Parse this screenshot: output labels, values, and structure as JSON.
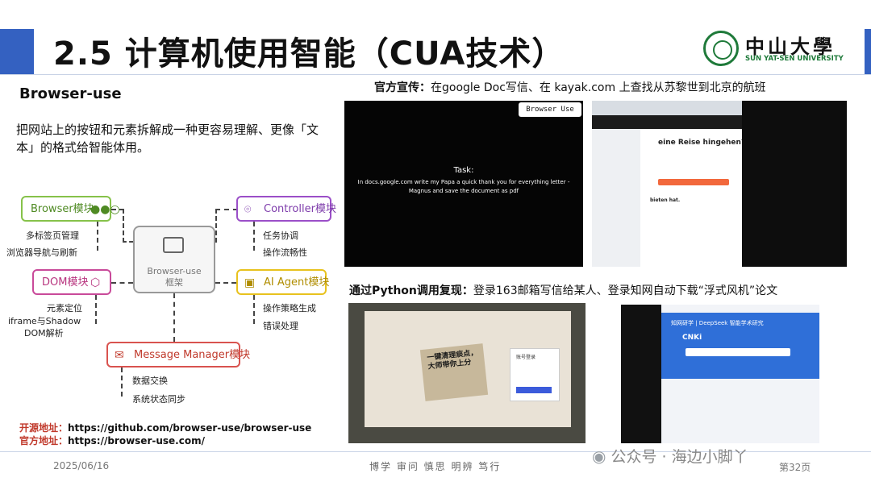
{
  "slide": {
    "title": "2.5 计算机使用智能（CUA技术）",
    "logo": {
      "cn": "中山大學",
      "en": "SUN YAT-SEN UNIVERSITY"
    },
    "subheading": "Browser-use",
    "description": "把网站上的按钮和元素拆解成一种更容易理解、更像「文本」的格式给智能体用。"
  },
  "diagram": {
    "core": {
      "line1": "Browser-use",
      "line2": "框架"
    },
    "modules": {
      "browser": {
        "label": "Browser模块",
        "items": [
          "多标签页管理",
          "浏览器导航与刷新"
        ]
      },
      "dom": {
        "label": "DOM模块",
        "items": [
          "元素定位",
          "iframe与Shadow",
          "DOM解析"
        ]
      },
      "controller": {
        "label": "Controller模块",
        "items": [
          "任务协调",
          "操作流畅性"
        ]
      },
      "ai_agent": {
        "label": "AI Agent模块",
        "items": [
          "操作策略生成",
          "错误处理"
        ]
      },
      "message": {
        "label": "Message Manager模块",
        "items": [
          "数据交换",
          "系统状态同步"
        ]
      }
    }
  },
  "links": {
    "source_label": "开源地址：",
    "source_url": "https://github.com/browser-use/browser-use",
    "site_label": "官方地址：",
    "site_url": "https://browser-use.com/"
  },
  "right": {
    "promo_label": "官方宣传：",
    "promo_text": "在google Doc写信、在 kayak.com 上查找从苏黎世到北京的航班",
    "python_label": "通过Python调用复现：",
    "python_text": "登录163邮箱写信给某人、登录知网自动下载“浮式风机”论文"
  },
  "screens": {
    "badge": "Browser Use",
    "task_heading": "Task:",
    "task_text": "In docs.google.com write my Papa a quick thank you for everything letter - Magnus and save the document as pdf",
    "kayak_heading": "eine Reise hingehen?",
    "kayak_sub": "bieten hat.",
    "poster_text": "一键清理痰点，大师带你上分",
    "login_title": "账号登录",
    "cnki_title": "知网研学 | DeepSeek 智能学术研究",
    "cnki_logo": "CNKi"
  },
  "footer": {
    "date": "2025/06/16",
    "motto": "博学 审问 慎思 明辨 笃行",
    "page": "第32页",
    "watermark": "公众号 · 海边小脚丫"
  }
}
